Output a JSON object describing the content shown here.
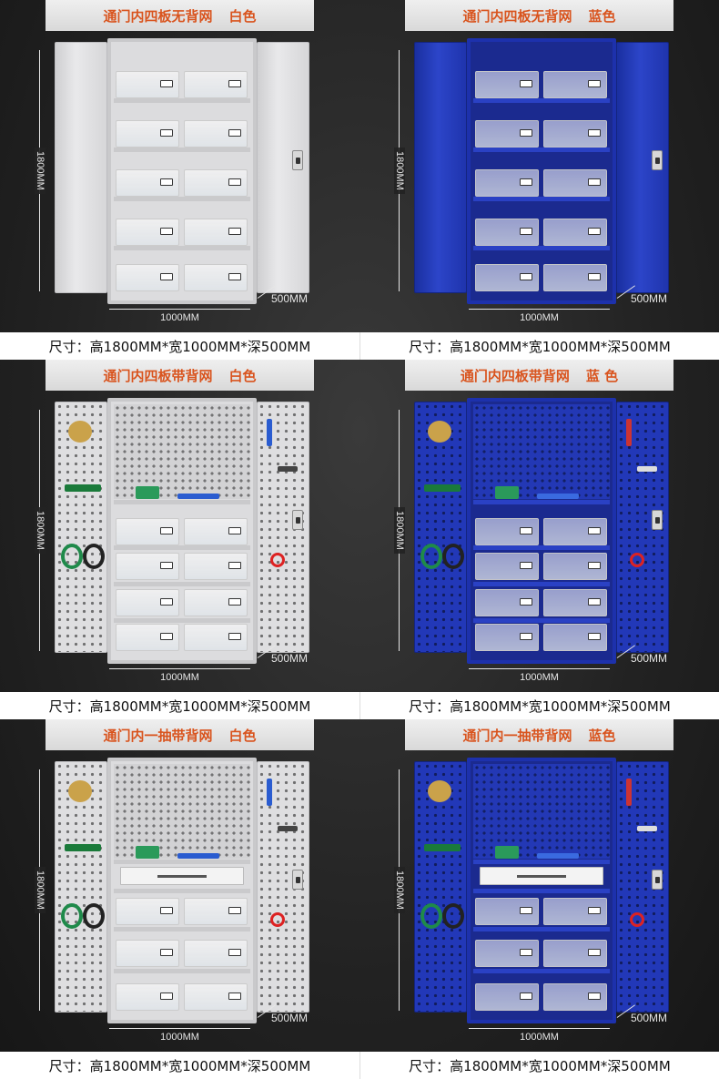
{
  "panels": [
    {
      "title": "通门内四板无背网",
      "color_label": "白色",
      "variant": "white",
      "style": "plain",
      "height_label": "1800MM",
      "width_label": "1000MM",
      "depth_label": "500MM",
      "caption": "尺寸：高1800MM*宽1000MM*深500MM"
    },
    {
      "title": "通门内四板无背网",
      "color_label": "蓝色",
      "variant": "blue",
      "style": "plain",
      "height_label": "1800MM",
      "width_label": "1000MM",
      "depth_label": "500MM",
      "caption": "尺寸：高1800MM*宽1000MM*深500MM"
    },
    {
      "title": "通门内四板带背网",
      "color_label": "白色",
      "variant": "white",
      "style": "pegged",
      "height_label": "1800MM",
      "width_label": "1000MM",
      "depth_label": "500MM",
      "caption": "尺寸：高1800MM*宽1000MM*深500MM"
    },
    {
      "title": "通门内四板带背网",
      "color_label": "蓝 色",
      "variant": "blue",
      "style": "pegged",
      "height_label": "1800MM",
      "width_label": "1000MM",
      "depth_label": "500MM",
      "caption": "尺寸：高1800MM*宽1000MM*深500MM"
    },
    {
      "title": "通门内一抽带背网",
      "color_label": "白色",
      "variant": "white",
      "style": "drawer",
      "height_label": "1800MM",
      "width_label": "1000MM",
      "depth_label": "500MM",
      "caption": "尺寸：高1800MM*宽1000MM*深500MM"
    },
    {
      "title": "通门内一抽带背网",
      "color_label": "蓝色",
      "variant": "blue",
      "style": "drawer",
      "height_label": "1800MM",
      "width_label": "1000MM",
      "depth_label": "500MM",
      "caption": "尺寸：高1800MM*宽1000MM*深500MM"
    }
  ]
}
